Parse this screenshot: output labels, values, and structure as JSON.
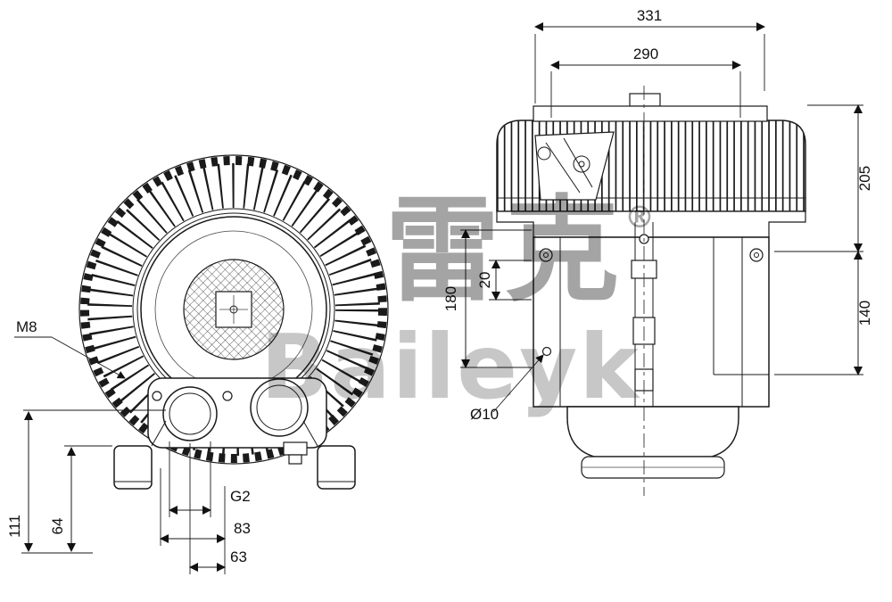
{
  "drawing": {
    "watermark": {
      "cjk": "雷克",
      "registered": "®",
      "latin": "Baileyk"
    },
    "dimensions": {
      "top_overall": "331",
      "top_inner": "290",
      "right_upper": "205",
      "right_lower": "140",
      "left_height": "180",
      "left_small": "20",
      "hole_dia": "Ø10",
      "thread": "M8",
      "port_thread": "G2",
      "port_pitch": "83",
      "port_center": "63",
      "height_total": "111",
      "height_foot": "64"
    }
  }
}
